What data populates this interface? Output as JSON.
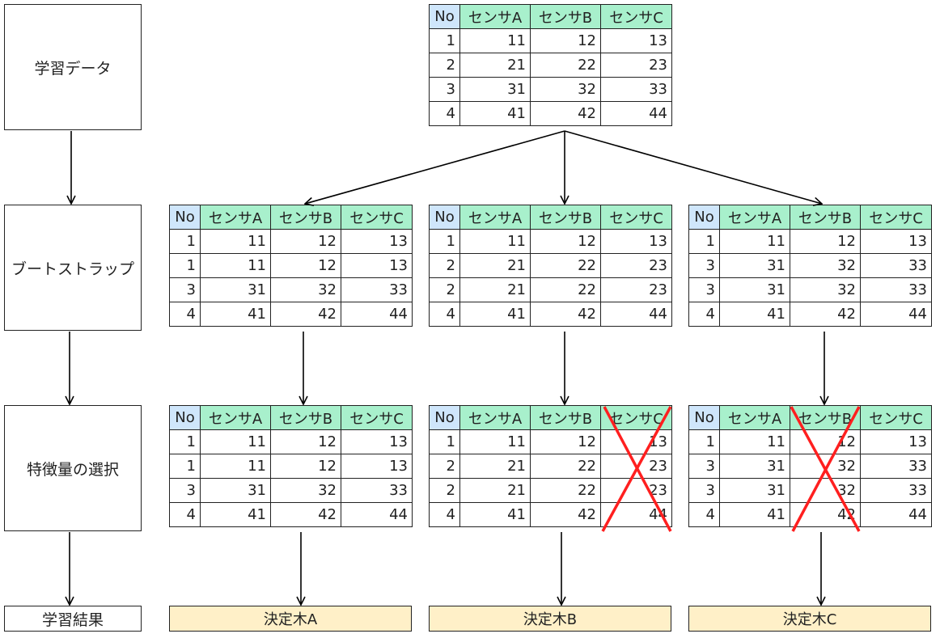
{
  "stages": [
    "学習データ",
    "ブートストラップ",
    "特徴量の選択",
    "学習結果"
  ],
  "headers": [
    "No",
    "センサA",
    "センサB",
    "センサC"
  ],
  "source_table": [
    [
      1,
      11,
      12,
      13
    ],
    [
      2,
      21,
      22,
      23
    ],
    [
      3,
      31,
      32,
      33
    ],
    [
      4,
      41,
      42,
      44
    ]
  ],
  "bootstrap_tables": [
    [
      [
        1,
        11,
        12,
        13
      ],
      [
        1,
        11,
        12,
        13
      ],
      [
        3,
        31,
        32,
        33
      ],
      [
        4,
        41,
        42,
        44
      ]
    ],
    [
      [
        1,
        11,
        12,
        13
      ],
      [
        2,
        21,
        22,
        23
      ],
      [
        2,
        21,
        22,
        23
      ],
      [
        4,
        41,
        42,
        44
      ]
    ],
    [
      [
        1,
        11,
        12,
        13
      ],
      [
        3,
        31,
        32,
        33
      ],
      [
        3,
        31,
        32,
        33
      ],
      [
        4,
        41,
        42,
        44
      ]
    ]
  ],
  "feature_tables": [
    [
      [
        1,
        11,
        12,
        13
      ],
      [
        1,
        11,
        12,
        13
      ],
      [
        3,
        31,
        32,
        33
      ],
      [
        4,
        41,
        42,
        44
      ]
    ],
    [
      [
        1,
        11,
        12,
        13
      ],
      [
        2,
        21,
        22,
        23
      ],
      [
        2,
        21,
        22,
        23
      ],
      [
        4,
        41,
        42,
        44
      ]
    ],
    [
      [
        1,
        11,
        12,
        13
      ],
      [
        3,
        31,
        32,
        33
      ],
      [
        3,
        31,
        32,
        33
      ],
      [
        4,
        41,
        42,
        44
      ]
    ]
  ],
  "excluded_features": [
    "センサC",
    "センサB"
  ],
  "results": [
    "決定木A",
    "決定木B",
    "決定木C"
  ],
  "colors": {
    "header": "#a8f0cc",
    "no_header": "#cfe6fb",
    "result": "#fff0c8",
    "cross": "#ff1f1f",
    "line": "#000000"
  }
}
